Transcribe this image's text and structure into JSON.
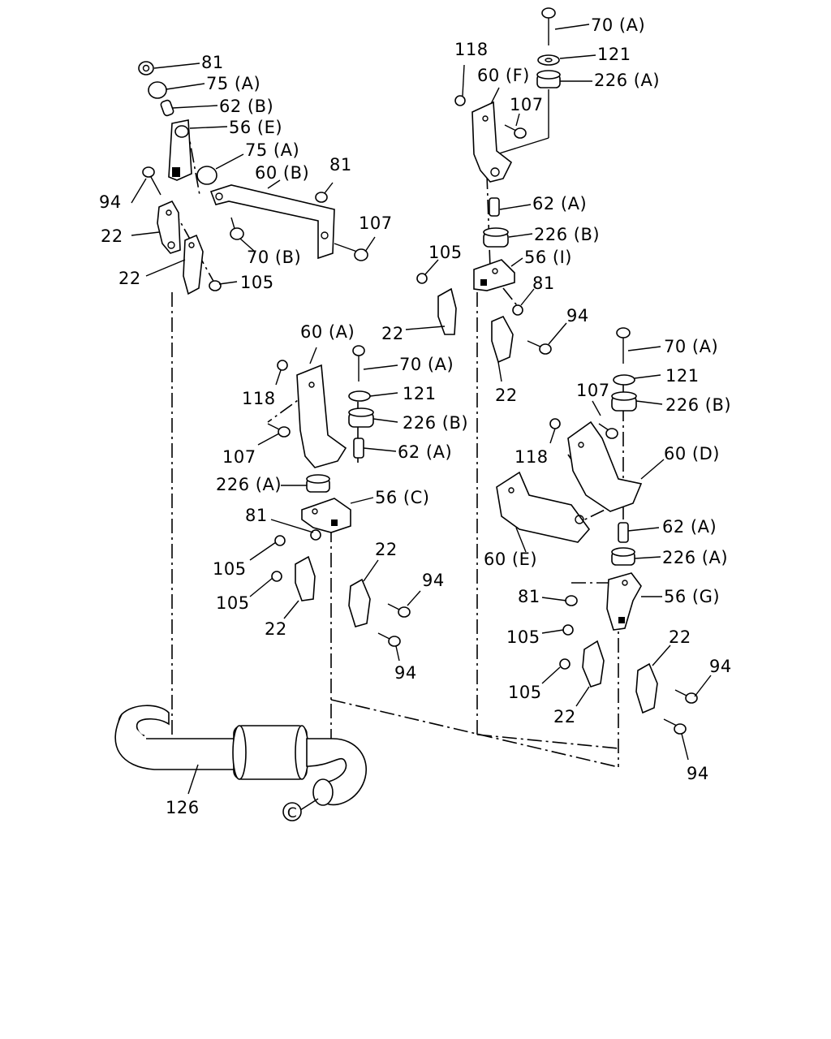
{
  "callouts": [
    {
      "id": "c1",
      "text": "81"
    },
    {
      "id": "c2",
      "text": "75 (A)"
    },
    {
      "id": "c3",
      "text": "62 (B)"
    },
    {
      "id": "c4",
      "text": "56 (E)"
    },
    {
      "id": "c5",
      "text": "75 (A)"
    },
    {
      "id": "c6",
      "text": "60 (B)"
    },
    {
      "id": "c7",
      "text": "81"
    },
    {
      "id": "c8",
      "text": "94"
    },
    {
      "id": "c9",
      "text": "22"
    },
    {
      "id": "c10",
      "text": "107"
    },
    {
      "id": "c11",
      "text": "70 (B)"
    },
    {
      "id": "c12",
      "text": "22"
    },
    {
      "id": "c13",
      "text": "105"
    },
    {
      "id": "c14",
      "text": "70 (A)"
    },
    {
      "id": "c15",
      "text": "118"
    },
    {
      "id": "c16",
      "text": "121"
    },
    {
      "id": "c17",
      "text": "60 (F)"
    },
    {
      "id": "c18",
      "text": "226 (A)"
    },
    {
      "id": "c19",
      "text": "107"
    },
    {
      "id": "c20",
      "text": "62 (A)"
    },
    {
      "id": "c21",
      "text": "226 (B)"
    },
    {
      "id": "c22",
      "text": "105"
    },
    {
      "id": "c23",
      "text": "56 (I)"
    },
    {
      "id": "c24",
      "text": "81"
    },
    {
      "id": "c25",
      "text": "94"
    },
    {
      "id": "c26",
      "text": "22"
    },
    {
      "id": "c27",
      "text": "22"
    },
    {
      "id": "c28",
      "text": "60 (A)"
    },
    {
      "id": "c29",
      "text": "70 (A)"
    },
    {
      "id": "c30",
      "text": "118"
    },
    {
      "id": "c31",
      "text": "121"
    },
    {
      "id": "c32",
      "text": "226 (B)"
    },
    {
      "id": "c33",
      "text": "107"
    },
    {
      "id": "c34",
      "text": "62 (A)"
    },
    {
      "id": "c35",
      "text": "226 (A)"
    },
    {
      "id": "c36",
      "text": "56 (C)"
    },
    {
      "id": "c37",
      "text": "81"
    },
    {
      "id": "c38",
      "text": "22"
    },
    {
      "id": "c39",
      "text": "105"
    },
    {
      "id": "c40",
      "text": "94"
    },
    {
      "id": "c41",
      "text": "105"
    },
    {
      "id": "c42",
      "text": "22"
    },
    {
      "id": "c43",
      "text": "94"
    },
    {
      "id": "c44",
      "text": "70 (A)"
    },
    {
      "id": "c45",
      "text": "121"
    },
    {
      "id": "c46",
      "text": "107"
    },
    {
      "id": "c47",
      "text": "226 (B)"
    },
    {
      "id": "c48",
      "text": "118"
    },
    {
      "id": "c49",
      "text": "60 (D)"
    },
    {
      "id": "c50",
      "text": "62 (A)"
    },
    {
      "id": "c51",
      "text": "60 (E)"
    },
    {
      "id": "c52",
      "text": "226 (A)"
    },
    {
      "id": "c53",
      "text": "81"
    },
    {
      "id": "c54",
      "text": "56 (G)"
    },
    {
      "id": "c55",
      "text": "105"
    },
    {
      "id": "c56",
      "text": "22"
    },
    {
      "id": "c57",
      "text": "94"
    },
    {
      "id": "c58",
      "text": "105"
    },
    {
      "id": "c59",
      "text": "22"
    },
    {
      "id": "c60",
      "text": "94"
    },
    {
      "id": "c61",
      "text": "126"
    }
  ],
  "connector_marker": "C"
}
